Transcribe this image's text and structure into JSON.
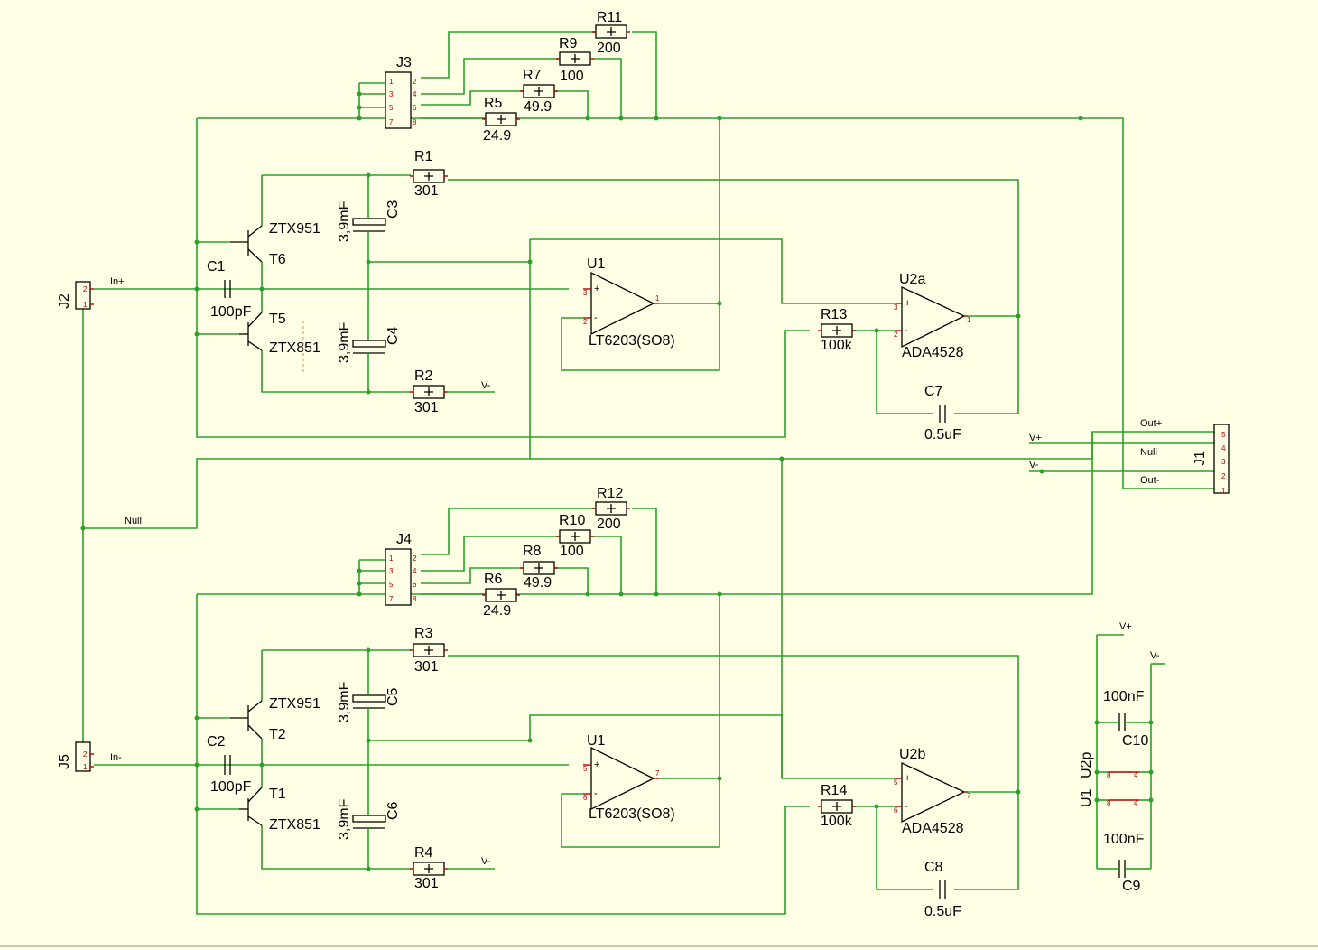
{
  "components": {
    "J2": "J2",
    "J5": "J5",
    "J3": "J3",
    "J4": "J4",
    "J1": "J1",
    "R1": {
      "ref": "R1",
      "val": "301"
    },
    "R2": {
      "ref": "R2",
      "val": "301"
    },
    "R3": {
      "ref": "R3",
      "val": "301"
    },
    "R4": {
      "ref": "R4",
      "val": "301"
    },
    "R5": {
      "ref": "R5",
      "val": "24.9"
    },
    "R6": {
      "ref": "R6",
      "val": "24.9"
    },
    "R7": {
      "ref": "R7",
      "val": "49.9"
    },
    "R8": {
      "ref": "R8",
      "val": "49.9"
    },
    "R9": {
      "ref": "R9",
      "val": "100"
    },
    "R10": {
      "ref": "R10",
      "val": "100"
    },
    "R11": {
      "ref": "R11",
      "val": "200"
    },
    "R12": {
      "ref": "R12",
      "val": "200"
    },
    "R13": {
      "ref": "R13",
      "val": "100k"
    },
    "R14": {
      "ref": "R14",
      "val": "100k"
    },
    "C1": {
      "ref": "C1",
      "val": "100pF"
    },
    "C2": {
      "ref": "C2",
      "val": "100pF"
    },
    "C3": {
      "ref": "C3",
      "val": "3,9mF"
    },
    "C4": {
      "ref": "C4",
      "val": "3,9mF"
    },
    "C5": {
      "ref": "C5",
      "val": "3,9mF"
    },
    "C6": {
      "ref": "C6",
      "val": "3,9mF"
    },
    "C7": {
      "ref": "C7",
      "val": "0.5uF"
    },
    "C8": {
      "ref": "C8",
      "val": "0.5uF"
    },
    "C9": {
      "ref": "C9",
      "val": "100nF"
    },
    "C10": {
      "ref": "C10",
      "val": "100nF"
    },
    "T1": {
      "ref": "T1",
      "val": "ZTX851"
    },
    "T2": {
      "ref": "T2",
      "val": "ZTX951"
    },
    "T5": {
      "ref": "T5",
      "val": "ZTX851"
    },
    "T6": {
      "ref": "T6",
      "val": "ZTX951"
    },
    "U1a": {
      "ref": "U1",
      "val": "LT6203(SO8)"
    },
    "U1b": {
      "ref": "U1",
      "val": "LT6203(SO8)"
    },
    "U2a": {
      "ref": "U2a",
      "val": "ADA4528"
    },
    "U2b": {
      "ref": "U2b",
      "val": "ADA4528"
    },
    "U1p": "U1",
    "U2p": "U2p"
  },
  "nets": {
    "in_p": "In+",
    "in_n": "In-",
    "null": "Null",
    "out_p": "Out+",
    "out_n": "Out-",
    "null_j1": "Null",
    "vp": "V+",
    "vn": "V-",
    "vm": "V-"
  },
  "colors": {
    "background": "#ffffe6",
    "wire": "#28a228",
    "pin": "#b00000",
    "symbol": "#000000"
  }
}
